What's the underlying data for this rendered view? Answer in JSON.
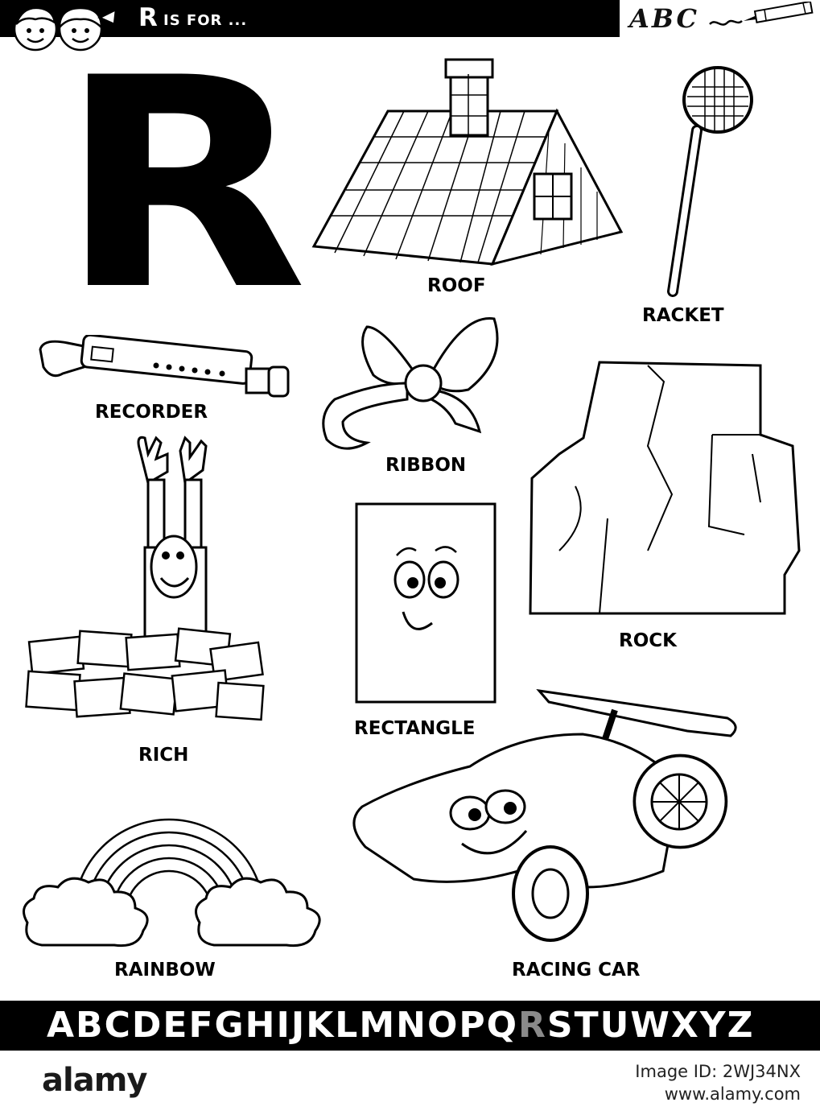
{
  "header": {
    "letter": "R",
    "text": "IS FOR ...",
    "abc": "ABC",
    "kids_icon": "two-kids-faces-icon",
    "pencil_icon": "pencil-icon"
  },
  "big_letter": "R",
  "words": {
    "roof": "ROOF",
    "racket": "RACKET",
    "recorder": "RECORDER",
    "ribbon": "RIBBON",
    "rock": "ROCK",
    "rich": "RICH",
    "rectangle": "RECTANGLE",
    "rainbow": "RAINBOW",
    "racing_car": "RACING CAR"
  },
  "alphabet": {
    "before": "ABCDEFGHIJKLMNOPQ",
    "highlight": "R",
    "after": "STUWXYZ"
  },
  "footer": {
    "logo": "alamy",
    "image_id": "Image ID: 2WJ34NX",
    "site": "www.alamy.com"
  },
  "colors": {
    "ink": "#000000",
    "paper": "#ffffff",
    "highlight_letter": "#8a8a8a"
  }
}
